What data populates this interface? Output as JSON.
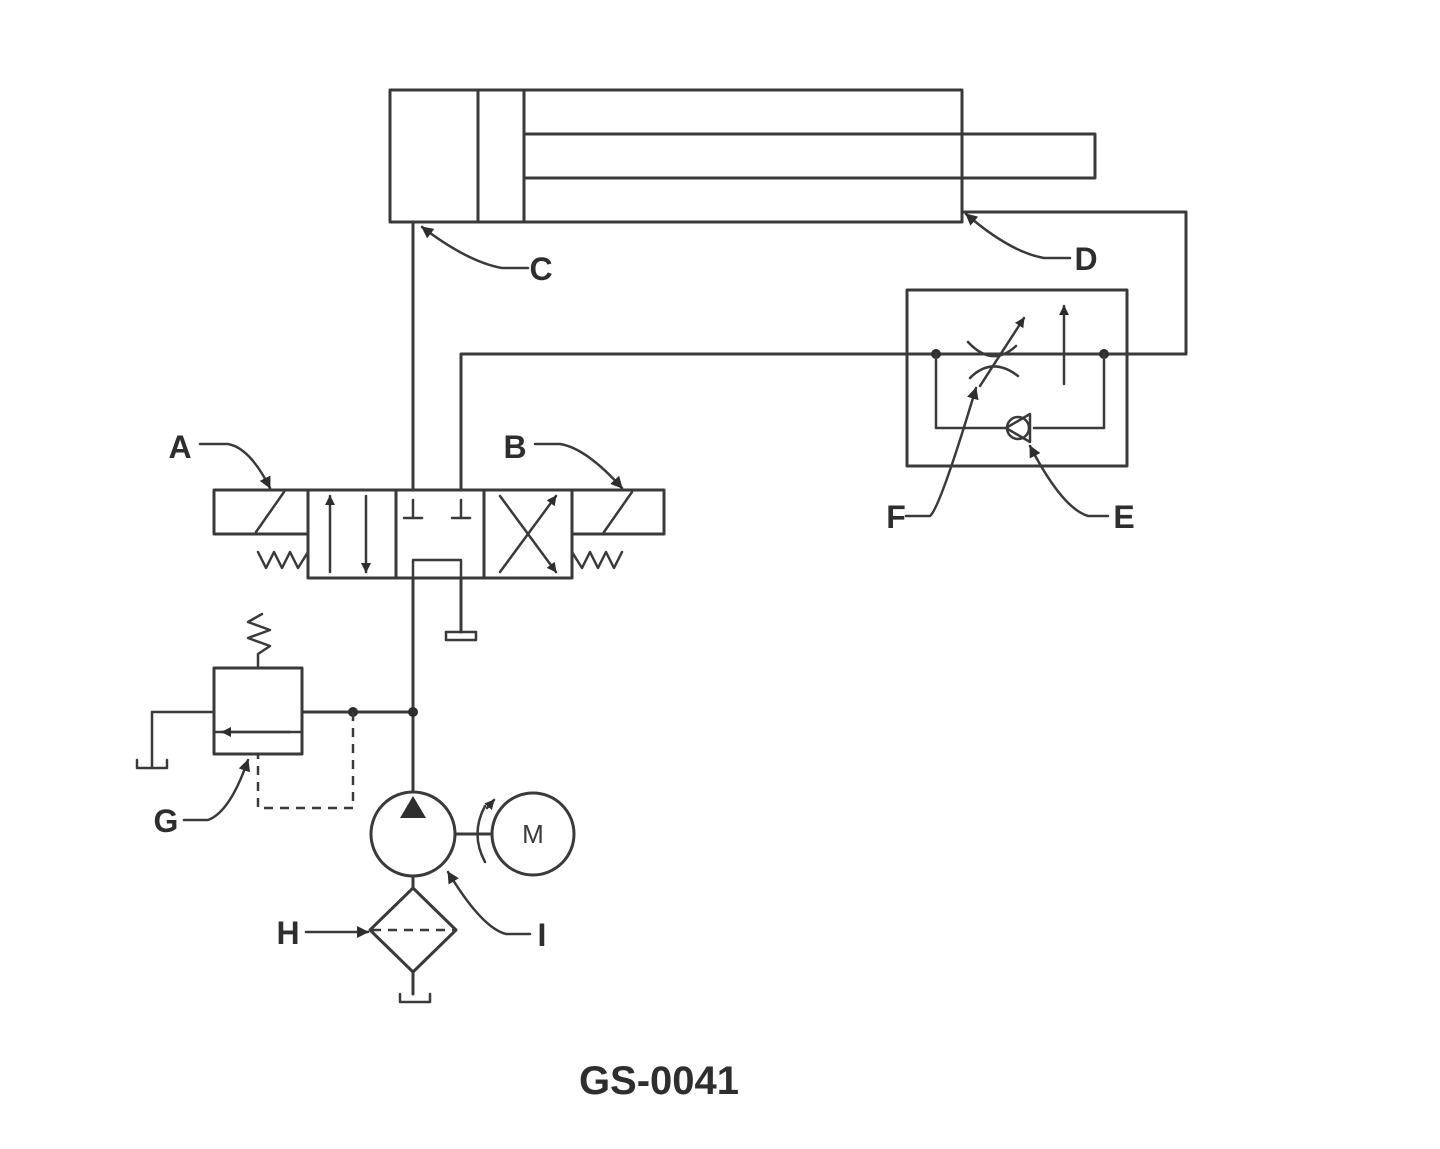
{
  "diagram": {
    "figure_code": "GS-0041",
    "labels": {
      "a": "A",
      "b": "B",
      "c": "C",
      "d": "D",
      "e": "E",
      "f": "F",
      "g": "G",
      "h": "H",
      "i": "I"
    },
    "motor_label": "M"
  }
}
